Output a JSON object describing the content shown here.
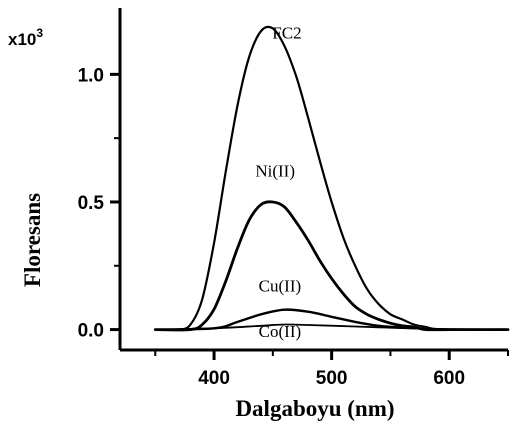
{
  "chart_data": {
    "type": "line",
    "xlabel": "Dalgaboyu (nm)",
    "ylabel": "Floresans",
    "y_multiplier_base": "x10",
    "y_multiplier_exp": "3",
    "xlim": [
      320,
      650
    ],
    "ylim": [
      -0.08,
      1.26
    ],
    "x_ticks": [
      400,
      500,
      600
    ],
    "x_tick_labels": [
      "400",
      "500",
      "600"
    ],
    "y_ticks": [
      0.0,
      0.5,
      1.0
    ],
    "y_tick_labels": [
      "0.0",
      "0.5",
      "1.0"
    ],
    "grid": false,
    "legend": "none",
    "series": [
      {
        "name": "FC2",
        "label_x": 462,
        "label_y": 1.14,
        "x": [
          350,
          370,
          380,
          390,
          400,
          410,
          420,
          430,
          440,
          450,
          460,
          470,
          480,
          490,
          500,
          510,
          520,
          530,
          540,
          550,
          560,
          570,
          580,
          590,
          600,
          620,
          650
        ],
        "y": [
          0.0,
          0.0,
          0.02,
          0.12,
          0.34,
          0.62,
          0.88,
          1.07,
          1.17,
          1.18,
          1.11,
          0.99,
          0.83,
          0.66,
          0.5,
          0.36,
          0.25,
          0.16,
          0.1,
          0.06,
          0.04,
          0.02,
          0.01,
          0.0,
          0.0,
          0.0,
          0.0
        ]
      },
      {
        "name": "Ni(II)",
        "label_x": 452,
        "label_y": 0.6,
        "x": [
          350,
          380,
          390,
          400,
          410,
          420,
          430,
          440,
          450,
          460,
          470,
          480,
          490,
          500,
          510,
          520,
          530,
          540,
          550,
          560,
          570,
          580,
          600,
          620,
          650
        ],
        "y": [
          0.0,
          0.0,
          0.02,
          0.08,
          0.19,
          0.32,
          0.43,
          0.49,
          0.5,
          0.48,
          0.42,
          0.35,
          0.27,
          0.2,
          0.14,
          0.09,
          0.06,
          0.04,
          0.025,
          0.015,
          0.01,
          0.0,
          0.0,
          0.0,
          0.0
        ]
      },
      {
        "name": "Cu(II)",
        "label_x": 456,
        "label_y": 0.15,
        "x": [
          350,
          400,
          420,
          440,
          460,
          480,
          500,
          520,
          540,
          560,
          580,
          600,
          650
        ],
        "y": [
          0.0,
          0.005,
          0.03,
          0.06,
          0.078,
          0.07,
          0.05,
          0.03,
          0.015,
          0.008,
          0.004,
          0.0,
          0.0
        ]
      },
      {
        "name": "Co(II)",
        "label_x": 456,
        "label_y": -0.03,
        "x": [
          350,
          400,
          440,
          460,
          480,
          520,
          560,
          600,
          650
        ],
        "y": [
          0.0,
          0.005,
          0.015,
          0.02,
          0.018,
          0.012,
          0.006,
          0.002,
          0.0
        ]
      }
    ]
  }
}
